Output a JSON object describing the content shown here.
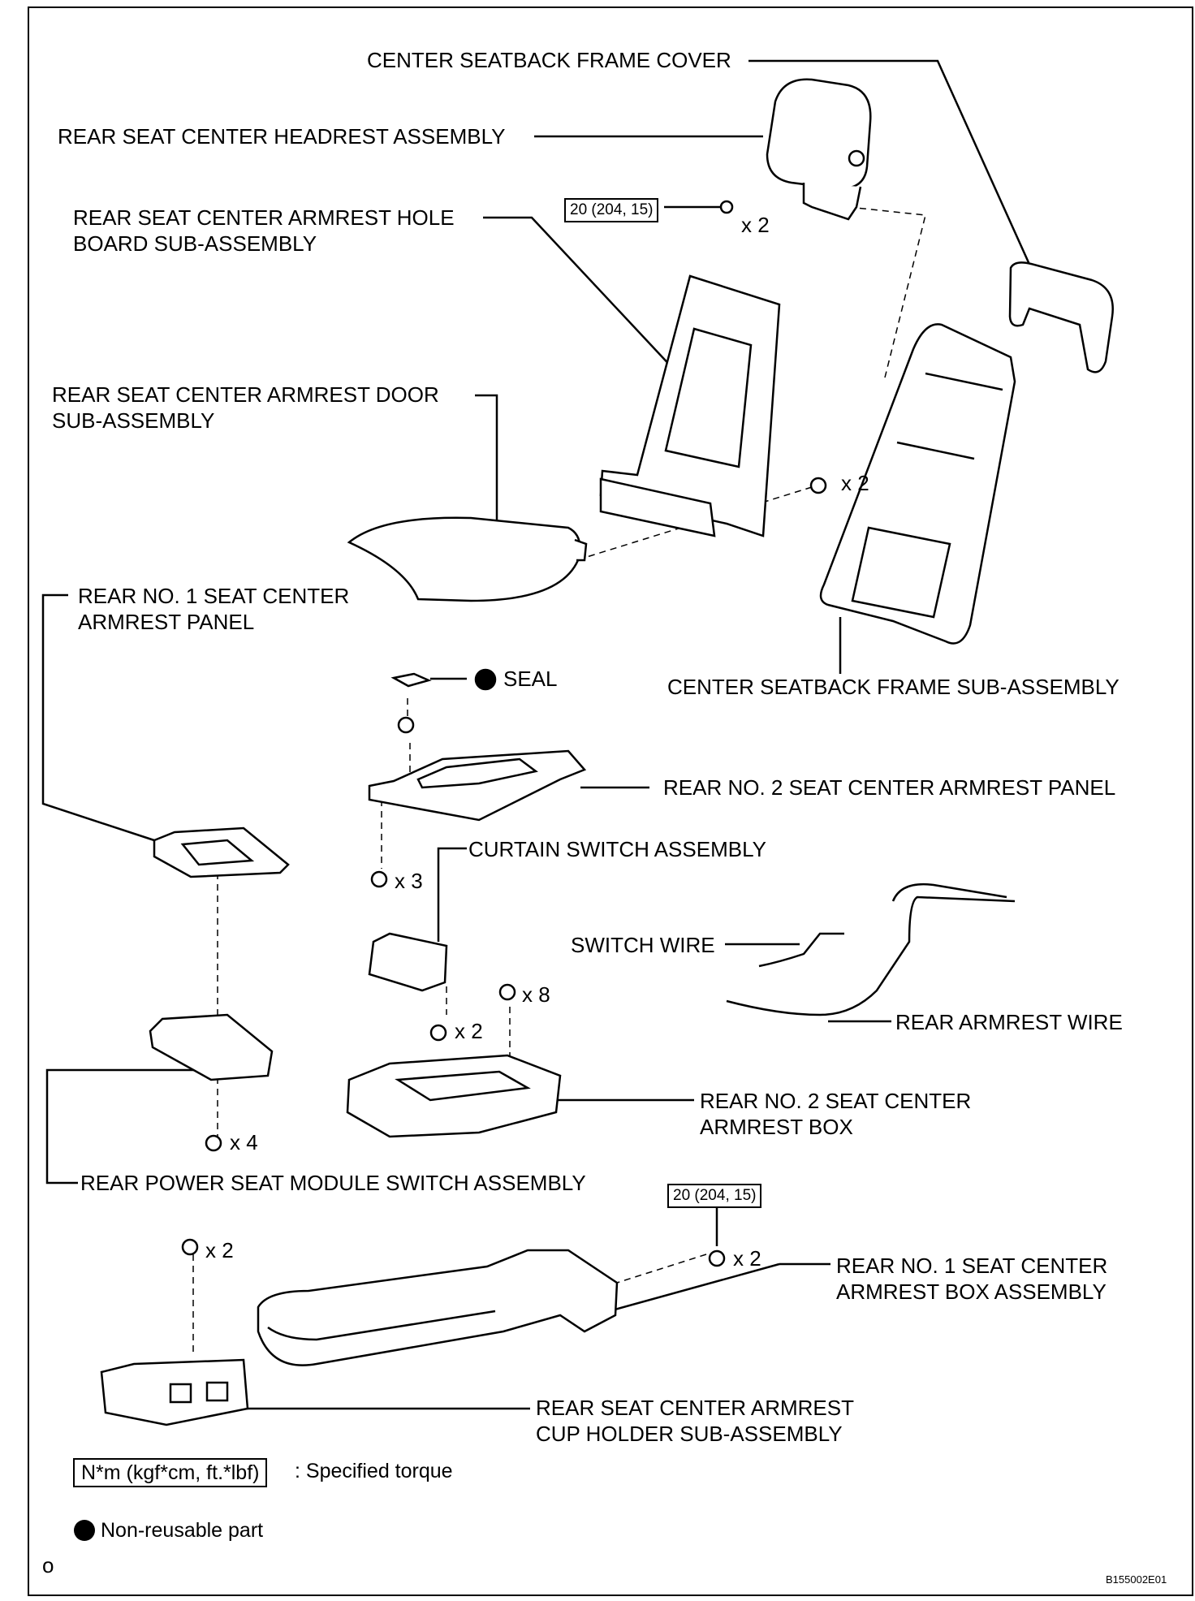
{
  "labels": {
    "center_seatback_frame_cover": "CENTER SEATBACK FRAME COVER",
    "headrest_assembly": "REAR SEAT CENTER HEADREST ASSEMBLY",
    "hole_board": "REAR SEAT CENTER ARMREST HOLE\nBOARD SUB-ASSEMBLY",
    "armrest_door": "REAR SEAT CENTER ARMREST DOOR\nSUB-ASSEMBLY",
    "no1_armrest_panel": "REAR NO. 1 SEAT CENTER\nARMREST PANEL",
    "seal": "SEAL",
    "center_seatback_frame_sub": "CENTER SEATBACK FRAME SUB-ASSEMBLY",
    "no2_armrest_panel": "REAR NO. 2 SEAT CENTER ARMREST PANEL",
    "curtain_switch": "CURTAIN SWITCH ASSEMBLY",
    "switch_wire": "SWITCH WIRE",
    "rear_armrest_wire": "REAR ARMREST WIRE",
    "no2_armrest_box": "REAR NO. 2 SEAT CENTER\nARMREST BOX",
    "power_seat_module": "REAR POWER SEAT MODULE SWITCH ASSEMBLY",
    "no1_armrest_box_assembly": "REAR NO. 1 SEAT CENTER\nARMREST BOX ASSEMBLY",
    "cup_holder": "REAR SEAT CENTER ARMREST\nCUP HOLDER SUB-ASSEMBLY"
  },
  "torque": {
    "headrest": "20 (204, 15)",
    "armrest_box": "20 (204, 15)"
  },
  "quantities": {
    "headrest_bolt": "x 2",
    "frame_bolt": "x 2",
    "panel_screw": "x 3",
    "switch_screw": "x 2",
    "box_screw": "x 8",
    "module_screw": "x 4",
    "cup_screw": "x 2",
    "armrest_nut": "x 2"
  },
  "legend": {
    "torque_unit": "N*m (kgf*cm, ft.*lbf)",
    "torque_desc": ": Specified torque",
    "non_reusable": "Non-reusable part"
  },
  "footer": {
    "left": "o",
    "code": "B155002E01"
  }
}
